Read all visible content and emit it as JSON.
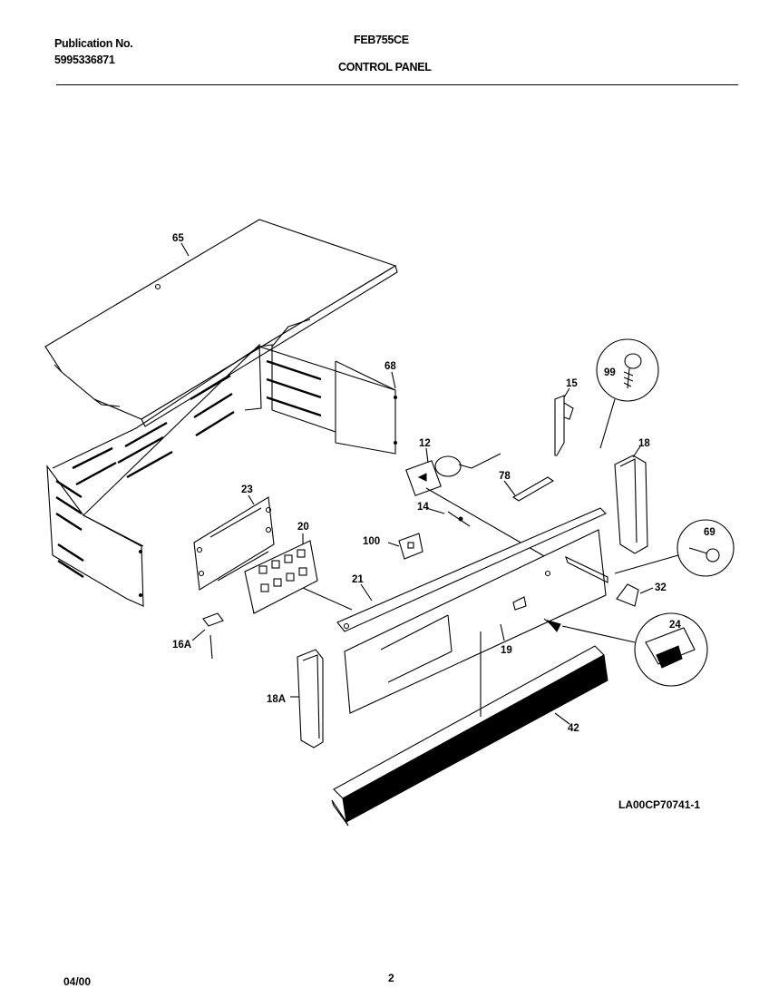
{
  "header": {
    "publication_label": "Publication No.",
    "publication_number": "5995336871",
    "model": "FEB755CE",
    "section_title": "CONTROL PANEL"
  },
  "diagram_code": "LA00CP70741-1",
  "part_labels": {
    "p65": "65",
    "p68": "68",
    "p15": "15",
    "p99": "99",
    "p12": "12",
    "p18": "18",
    "p78": "78",
    "p14": "14",
    "p23": "23",
    "p20": "20",
    "p100": "100",
    "p69": "69",
    "p21": "21",
    "p32": "32",
    "p24": "24",
    "p16a": "16A",
    "p19": "19",
    "p18a": "18A",
    "p42": "42"
  },
  "footer": {
    "date": "04/00",
    "page": "2"
  }
}
